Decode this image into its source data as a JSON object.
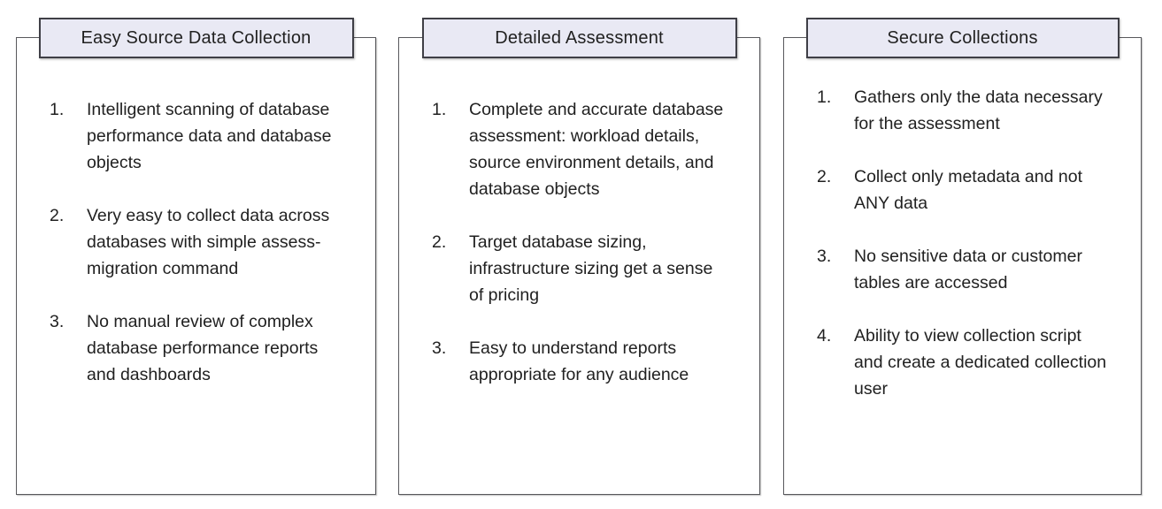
{
  "colors": {
    "title_fill": "#e9e9f4",
    "title_border": "#3f3f46",
    "box_border": "#58585c",
    "text": "#212121",
    "background": "#ffffff"
  },
  "panels": [
    {
      "title": "Easy Source Data Collection",
      "items": [
        {
          "num": "1.",
          "text": "Intelligent scanning of database performance data and database objects"
        },
        {
          "num": "2.",
          "text": "Very easy to collect data across databases with simple assess-migration command"
        },
        {
          "num": "3.",
          "text": "No manual review of complex database performance reports and dashboards"
        }
      ]
    },
    {
      "title": "Detailed Assessment",
      "items": [
        {
          "num": "1.",
          "text": "Complete and accurate database assessment: workload details, source environment details, and database objects"
        },
        {
          "num": "2.",
          "text": "Target database sizing, infrastructure sizing get a sense of pricing"
        },
        {
          "num": "3.",
          "text": "Easy to understand reports appropriate for any audience"
        }
      ]
    },
    {
      "title": "Secure Collections",
      "items": [
        {
          "num": "1.",
          "text": "Gathers only the data necessary for the assessment"
        },
        {
          "num": "2.",
          "text": "Collect only metadata and not ANY data"
        },
        {
          "num": "3.",
          "text": "No sensitive data or customer tables are accessed"
        },
        {
          "num": "4.",
          "text": "Ability to view collection script and create a dedicated collection user"
        }
      ]
    }
  ]
}
